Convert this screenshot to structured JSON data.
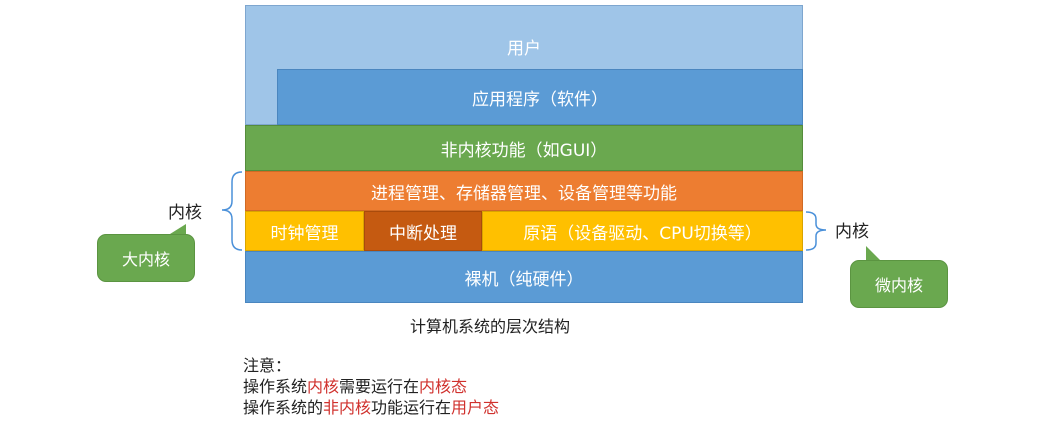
{
  "layers": {
    "user": "用户",
    "apps": "应用程序（软件）",
    "non_kernel": "非内核功能（如GUI）",
    "management": "进程管理、存储器管理、设备管理等功能",
    "clock": "时钟管理",
    "interrupt": "中断处理",
    "primitives": "原语（设备驱动、CPU切换等）",
    "hardware": "裸机（纯硬件）"
  },
  "caption": "计算机系统的层次结构",
  "left_label": "内核",
  "right_label": "内核",
  "macro_kernel_callout": "大内核",
  "micro_kernel_callout": "微内核",
  "notes": {
    "heading": "注意：",
    "line1": {
      "prefix": "操作系统",
      "hl1": "内核",
      "middle": "需要运行在",
      "hl2": "内核态"
    },
    "line2": {
      "prefix": "操作系统的",
      "hl1": "非内核",
      "middle": "功能运行在",
      "hl2": "用户态"
    }
  },
  "colors": {
    "user": "#9fc5e8",
    "apps": "#5b9bd5",
    "non_kernel": "#6aa84f",
    "management": "#ed7d31",
    "clock": "#ffc000",
    "interrupt": "#c55a11",
    "hardware": "#5b9bd5",
    "highlight": "#d0312d"
  }
}
